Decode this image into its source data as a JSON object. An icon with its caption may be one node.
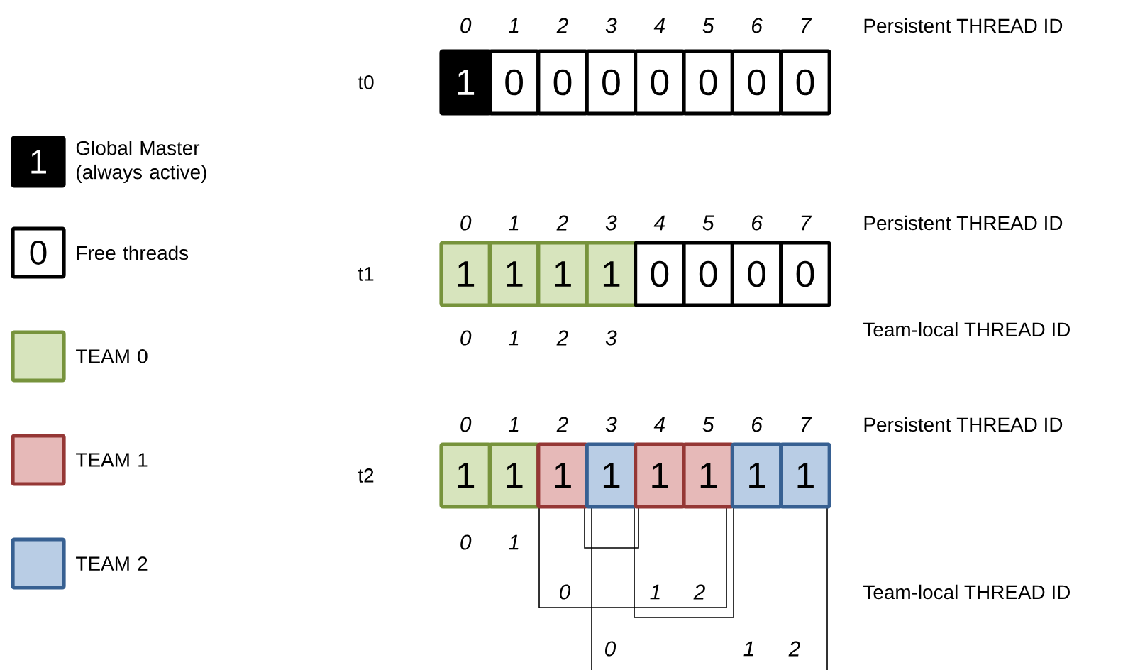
{
  "diagram": {
    "nodes": [
      {
        "text": [
          "1"
        ]
      },
      {
        "text": [
          "0"
        ]
      },
      {
        "text": [
          "0"
        ]
      },
      {
        "text": [
          "0"
        ]
      },
      {
        "text": [
          "0"
        ]
      },
      {
        "text": [
          "0"
        ]
      },
      {
        "text": [
          "0"
        ]
      },
      {
        "text": [
          "0"
        ]
      },
      {
        "text": [
          "1"
        ]
      },
      {
        "text": [
          "1"
        ]
      },
      {
        "text": [
          "1"
        ]
      },
      {
        "text": [
          "1"
        ]
      },
      {
        "text": [
          "0"
        ]
      },
      {
        "text": [
          "0"
        ]
      },
      {
        "text": [
          "0"
        ]
      },
      {
        "text": [
          "0"
        ]
      },
      {
        "text": [
          "1"
        ]
      },
      {
        "text": [
          "1"
        ]
      },
      {
        "text": [
          "1"
        ]
      },
      {
        "text": [
          "1"
        ]
      },
      {
        "text": [
          "1"
        ]
      },
      {
        "text": [
          "1"
        ]
      },
      {
        "text": [
          "1"
        ]
      },
      {
        "text": [
          "1"
        ]
      }
    ],
    "labels": [
      "0",
      "1",
      "2",
      "3",
      "4",
      "5",
      "6",
      "7",
      "Persistent THREAD ID",
      "t0",
      "1",
      "0",
      "0",
      "1",
      "2",
      "3",
      "4",
      "5",
      "6",
      "7",
      "Persistent THREAD ID",
      "t1",
      "0",
      "1",
      "2",
      "3",
      "Team-local THREAD ID",
      "0",
      "1",
      "2",
      "3",
      "4",
      "5",
      "6",
      "7",
      "Persistent THREAD ID",
      "t2",
      "0",
      "1",
      "0",
      "1",
      "2",
      "Team-local THREAD ID",
      "0",
      "1",
      "2"
    ],
    "legend": [
      {
        "text": "Global Master (always active)",
        "color": "#000000"
      },
      {
        "text": "Free threads"
      },
      {
        "text": "TEAM 0",
        "color": "#d7e4bd"
      },
      {
        "text": "TEAM 1",
        "color": "#e6b9b8"
      },
      {
        "text": "TEAM 2",
        "color": "#b9cde5"
      }
    ]
  }
}
